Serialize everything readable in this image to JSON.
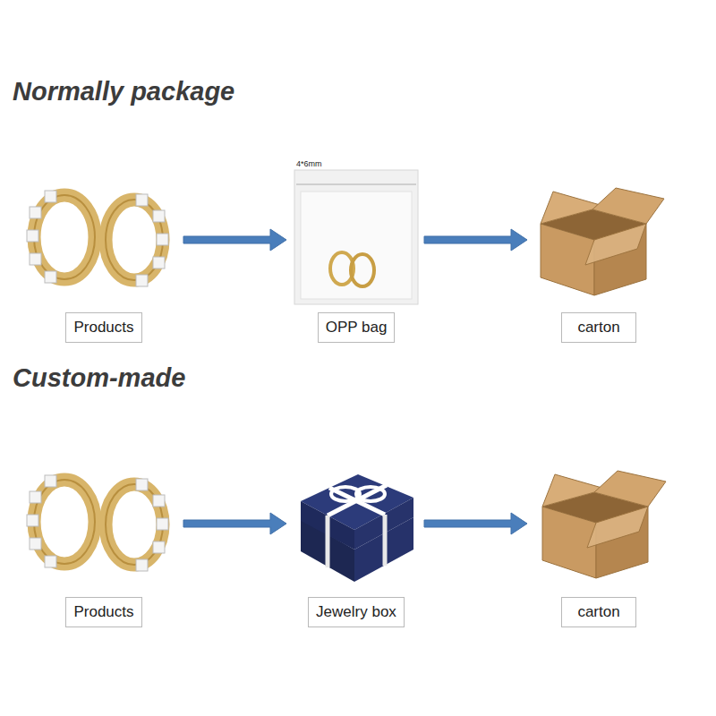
{
  "diagram": {
    "title": "Normally package",
    "nodes": [
      {
        "text": [
          "Products"
        ]
      },
      {
        "text": [
          "OPP bag"
        ]
      },
      {
        "text": [
          "carton"
        ]
      },
      {
        "text": [
          "Products"
        ]
      },
      {
        "text": [
          "Jewelry box"
        ]
      },
      {
        "text": [
          "carton"
        ]
      }
    ],
    "edges": [
      {
        "from": 0,
        "to": 1,
        "arrow": "to"
      },
      {
        "from": 1,
        "to": 2,
        "arrow": "to"
      },
      {
        "from": 3,
        "to": 4,
        "arrow": "to"
      },
      {
        "from": 4,
        "to": 5,
        "arrow": "to"
      }
    ],
    "labels": [
      "Custom-made",
      "4*6mm"
    ]
  }
}
